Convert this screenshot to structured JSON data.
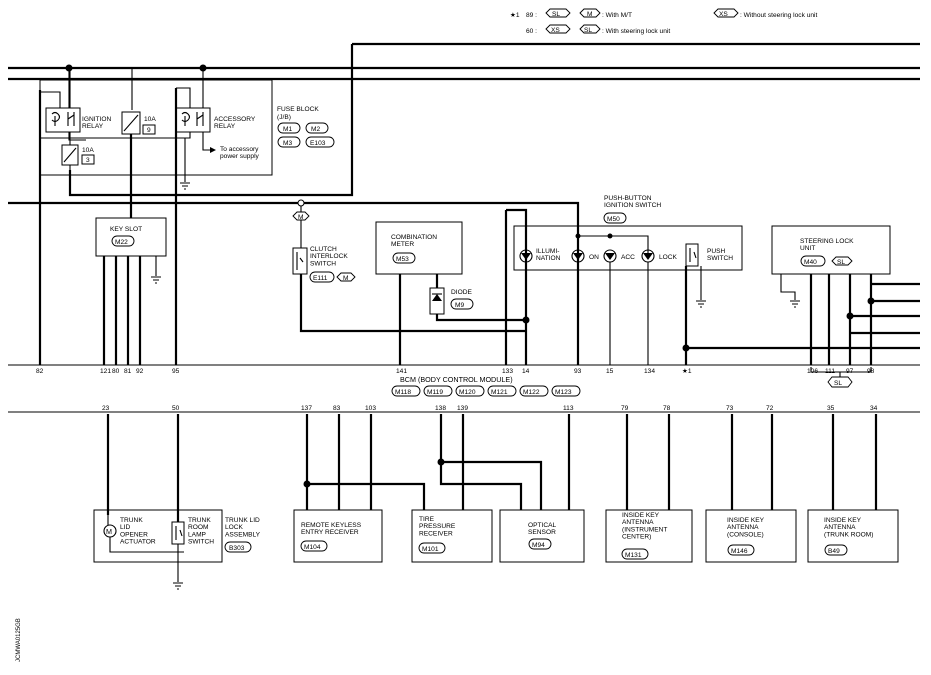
{
  "legend": {
    "star1_label": "★1",
    "row1_num": "89 :",
    "row2_num": "60 :",
    "tag_sl": "SL",
    "tag_m": "M",
    "tag_xs": "XS",
    "with_mt": ": With M/T",
    "without_steering_lock": ": Without steering lock unit",
    "with_steering_lock": ": With steering lock unit"
  },
  "fuse_block": {
    "title": "FUSE BLOCK",
    "subtitle": "(J/B)",
    "connectors": [
      "M1",
      "M2",
      "M3",
      "E103"
    ],
    "ignition_relay": "IGNITION\nRELAY",
    "accessory_relay": "ACCESSORY\nRELAY",
    "fuse_a_rating": "10A",
    "fuse_a_num": "9",
    "fuse_b_rating": "10A",
    "fuse_b_num": "3",
    "accessory_supply": "To accessory\npower supply"
  },
  "key_slot": {
    "title": "KEY SLOT",
    "connector": "M22"
  },
  "clutch": {
    "title": "CLUTCH\nINTERLOCK\nSWITCH",
    "connector": "E111",
    "tag": "M",
    "wire_tag": "M"
  },
  "combination_meter": {
    "title": "COMBINATION\nMETER",
    "connector": "M53"
  },
  "diode": {
    "title": "DIODE",
    "connector": "M9"
  },
  "push_button": {
    "title": "PUSH-BUTTON\nIGNITION SWITCH",
    "connector": "M50",
    "leds": [
      "ILLUMI-\nNATION",
      "ON",
      "ACC",
      "LOCK"
    ],
    "push_switch": "PUSH\nSWITCH"
  },
  "steering_lock": {
    "title": "STEERING LOCK\nUNIT",
    "connector": "M40",
    "tag": "SL",
    "pin_tag": "SL"
  },
  "bcm": {
    "title": "BCM (BODY CONTROL MODULE)",
    "connectors": [
      "M118",
      "M119",
      "M120",
      "M121",
      "M122",
      "M123"
    ],
    "top_pins": [
      "82",
      "121",
      "80",
      "81",
      "92",
      "95",
      "141",
      "133",
      "14",
      "93",
      "15",
      "134",
      "★1",
      "106",
      "111",
      "97",
      "98"
    ],
    "bottom_pins": [
      "23",
      "50",
      "137",
      "83",
      "103",
      "138",
      "139",
      "113",
      "79",
      "78",
      "73",
      "72",
      "35",
      "34"
    ]
  },
  "trunk": {
    "actuator": "TRUNK\nLID\nOPENER\nACTUATOR",
    "lamp_switch": "TRUNK\nROOM\nLAMP\nSWITCH",
    "assembly": "TRUNK LID\nLOCK\nASSEMBLY",
    "connector": "B303",
    "motor_symbol": "M"
  },
  "remote_keyless": {
    "title": "REMOTE KEYLESS\nENTRY RECEIVER",
    "connector": "M104"
  },
  "tire_pressure": {
    "title": "TIRE\nPRESSURE\nRECEIVER",
    "connector": "M101"
  },
  "optical": {
    "title": "OPTICAL\nSENSOR",
    "connector": "M94"
  },
  "antenna_instrument": {
    "title": "INSIDE KEY\nANTENNA\n(INSTRUMENT\nCENTER)",
    "connector": "M131"
  },
  "antenna_console": {
    "title": "INSIDE KEY\nANTENNA\n(CONSOLE)",
    "connector": "M146"
  },
  "antenna_trunk": {
    "title": "INSIDE KEY\nANTENNA\n(TRUNK ROOM)",
    "connector": "B49"
  },
  "drawing_code": "JCMWA0125GB"
}
